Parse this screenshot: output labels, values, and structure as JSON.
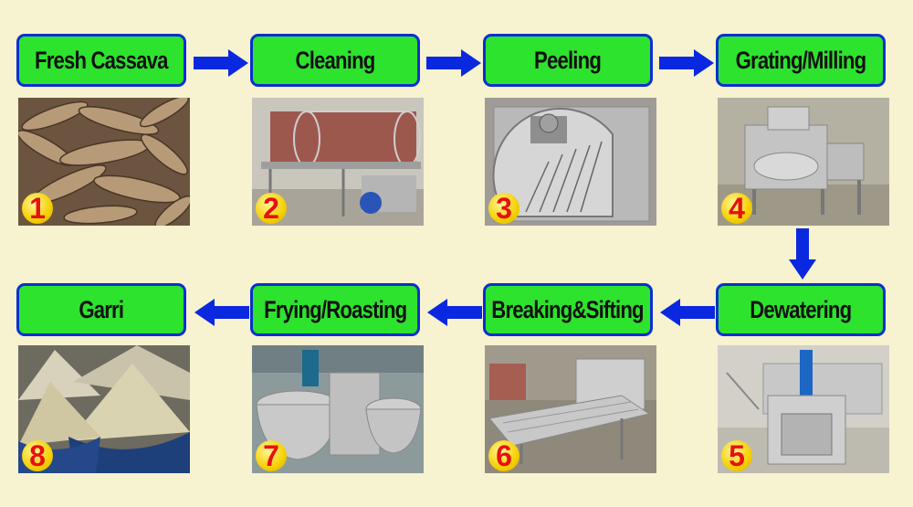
{
  "colors": {
    "background": "#f7f2cf",
    "box_fill": "#2ee32e",
    "box_border": "#0b2fd0",
    "arrow": "#0a28e0",
    "badge": "#f5d000",
    "badge_number": "#e81010"
  },
  "steps": [
    {
      "label": "Fresh Cassava",
      "number": "1"
    },
    {
      "label": "Cleaning",
      "number": "2"
    },
    {
      "label": "Peeling",
      "number": "3"
    },
    {
      "label": "Grating/Milling",
      "number": "4"
    },
    {
      "label": "Dewatering",
      "number": "5"
    },
    {
      "label": "Breaking&Sifting",
      "number": "6"
    },
    {
      "label": "Frying/Roasting",
      "number": "7"
    },
    {
      "label": "Garri",
      "number": "8"
    }
  ]
}
